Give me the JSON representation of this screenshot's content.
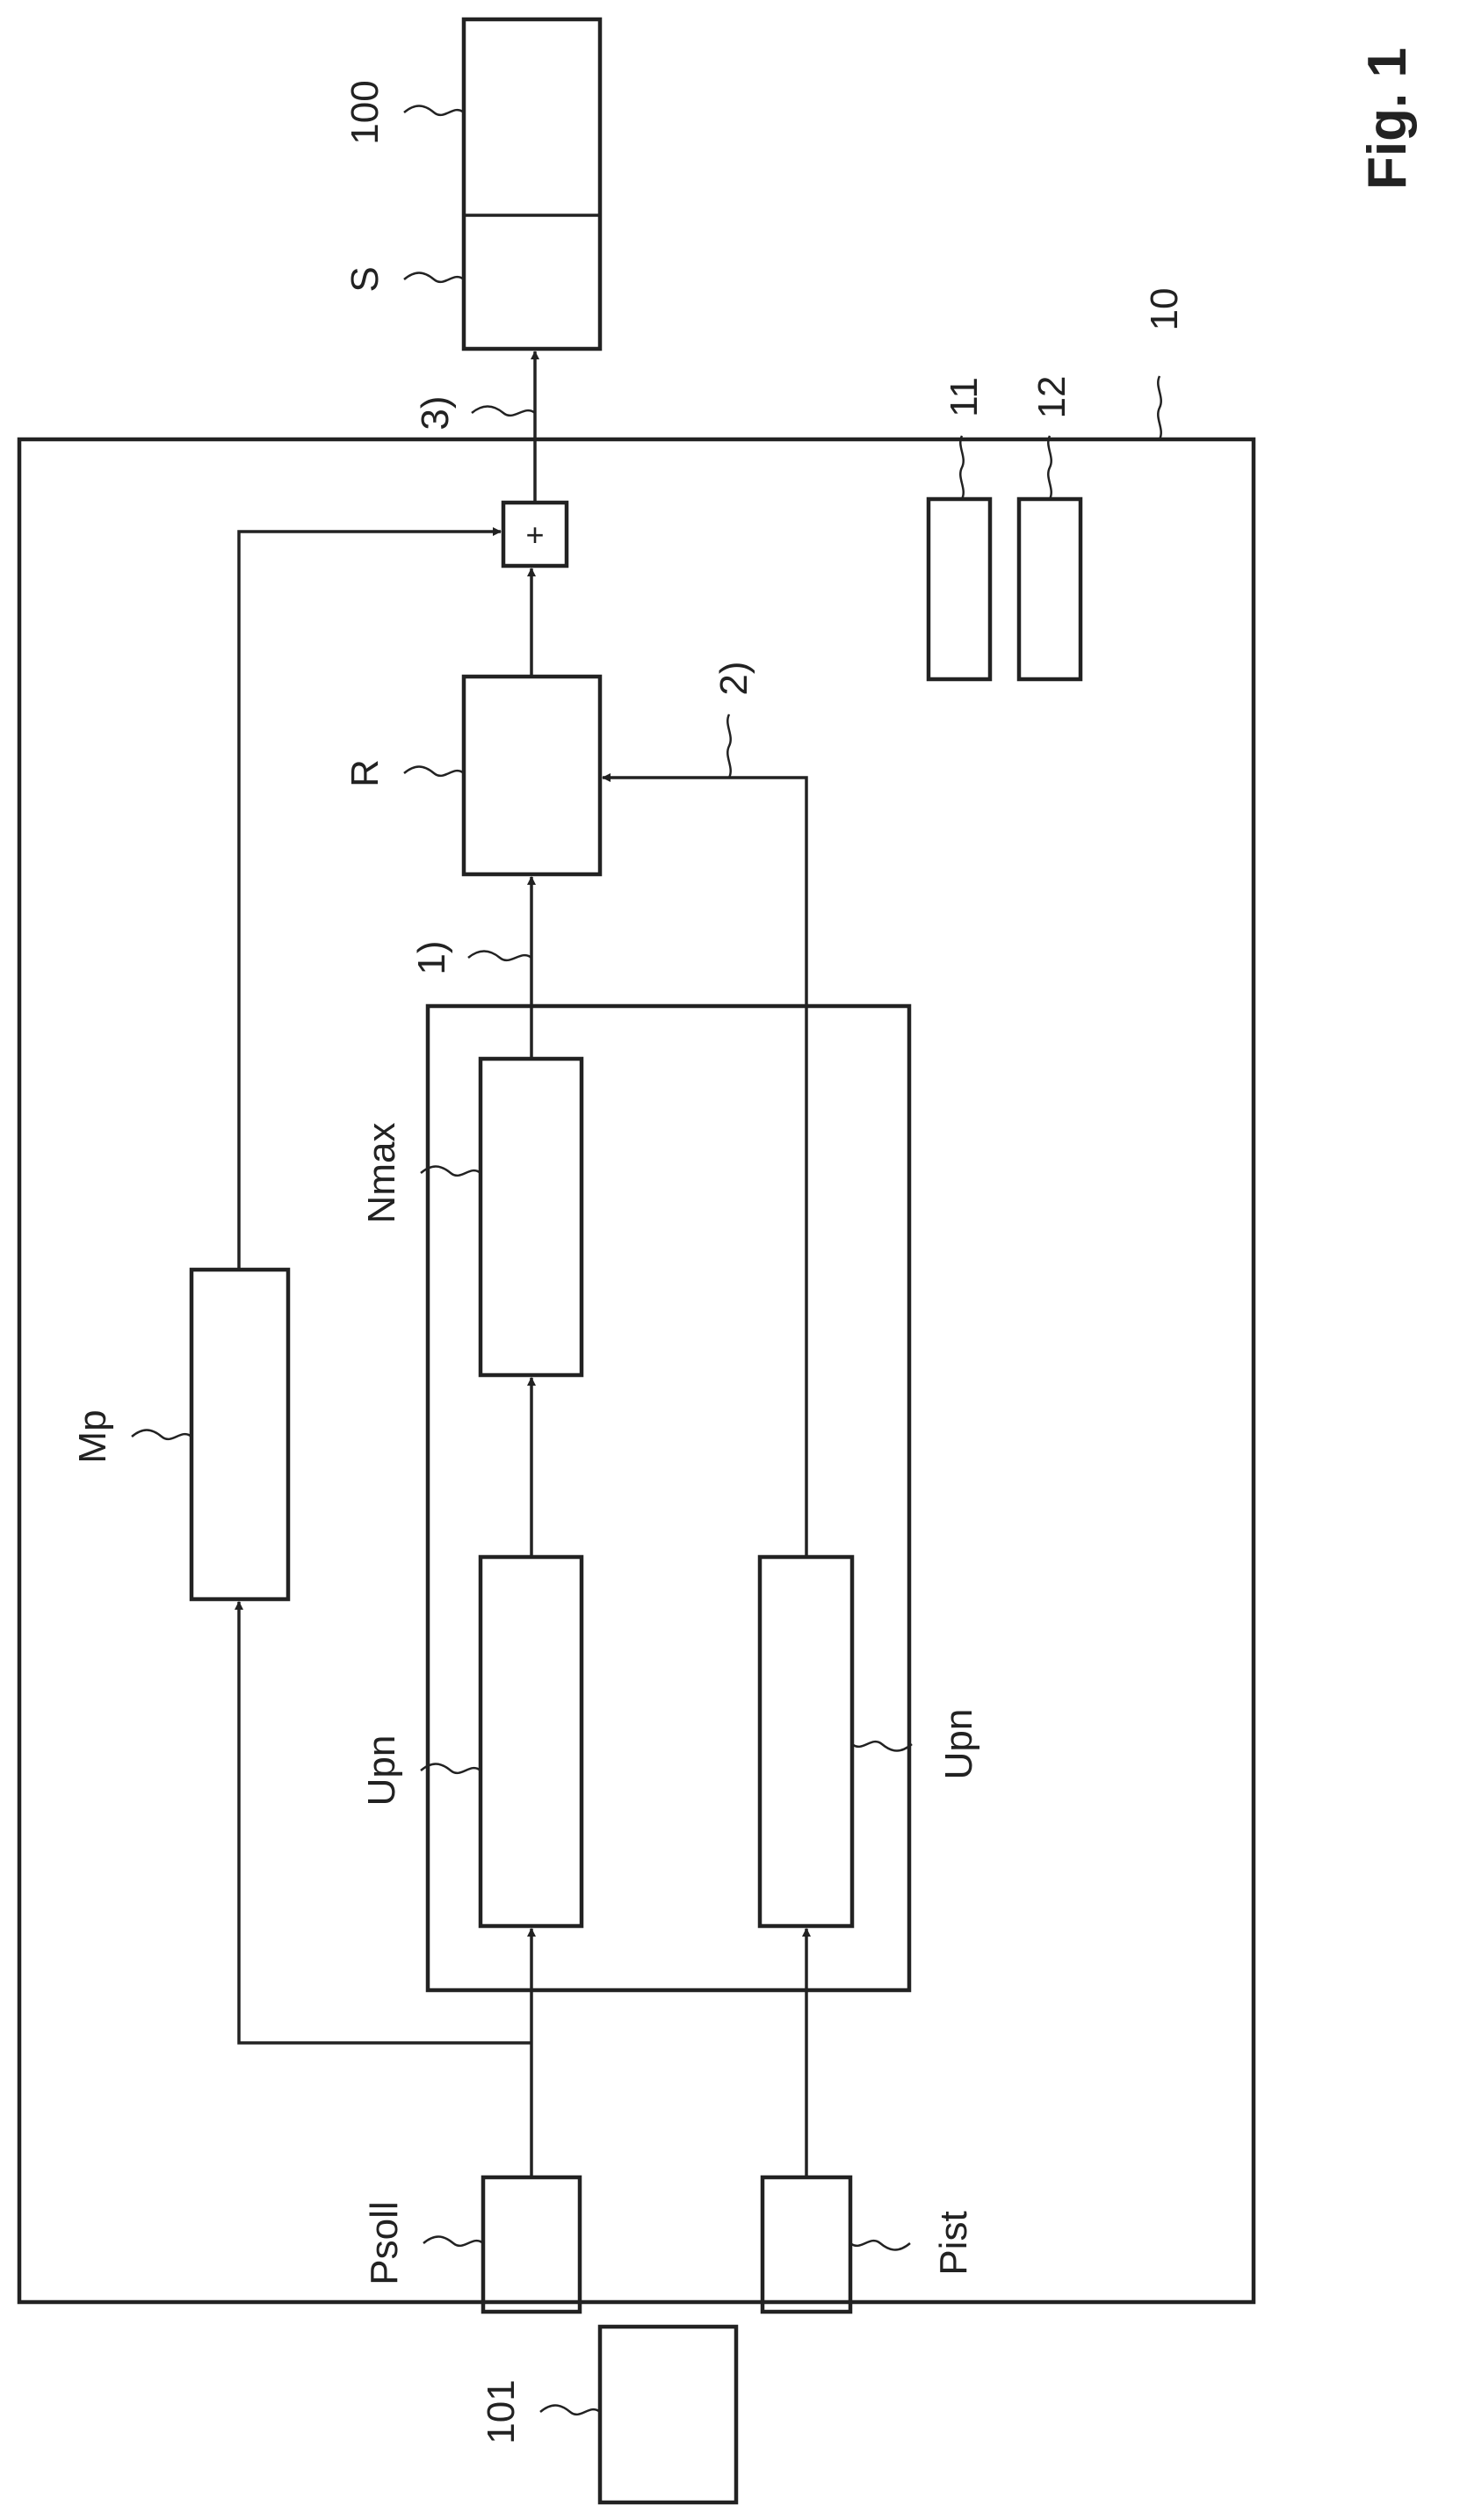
{
  "figure_label": "Fig. 1",
  "labels": {
    "output_block": "100",
    "block_s": "S",
    "controller_unit": "10",
    "memory_11": "11",
    "memory_12": "12",
    "signal_3": "3)",
    "signal_2": "2)",
    "signal_1": "1)",
    "block_r": "R",
    "block_nmax": "Nmax",
    "block_mp": "Mp",
    "block_upn_top": "Upn",
    "block_upn_bottom": "Upn",
    "input_psoll": "Psoll",
    "input_pist": "Pist",
    "block_101": "101",
    "summing_junction": "+"
  }
}
